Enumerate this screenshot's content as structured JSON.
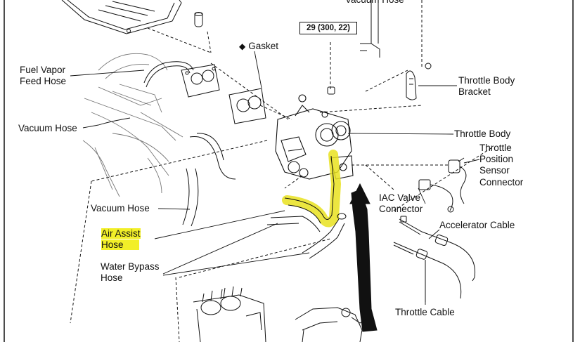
{
  "torque_spec": "29 (300, 22)",
  "labels": {
    "vacuum_hose_top": "Vacuum Hose",
    "gasket": "Gasket",
    "fuel_vapor_feed_hose_1": "Fuel Vapor",
    "fuel_vapor_feed_hose_2": "Feed Hose",
    "vacuum_hose_left": "Vacuum Hose",
    "vacuum_hose_lower": "Vacuum Hose",
    "air_assist_hose_1": "Air Assist",
    "air_assist_hose_2": "Hose",
    "water_bypass_hose_1": "Water Bypass",
    "water_bypass_hose_2": "Hose",
    "throttle_body_bracket_1": "Throttle Body",
    "throttle_body_bracket_2": "Bracket",
    "throttle_body": "Throttle Body",
    "tps_connector_1": "Throttle",
    "tps_connector_2": "Position",
    "tps_connector_3": "Sensor",
    "tps_connector_4": "Connector",
    "iac_valve_connector_1": "IAC Valve",
    "iac_valve_connector_2": "Connector",
    "accelerator_cable": "Accelerator Cable",
    "throttle_cable": "Throttle Cable"
  },
  "icons": {
    "gasket_marker": "diamond-icon",
    "install_arrow": "up-arrow-icon"
  },
  "colors": {
    "highlight": "#f2ef28",
    "line": "#111111"
  }
}
